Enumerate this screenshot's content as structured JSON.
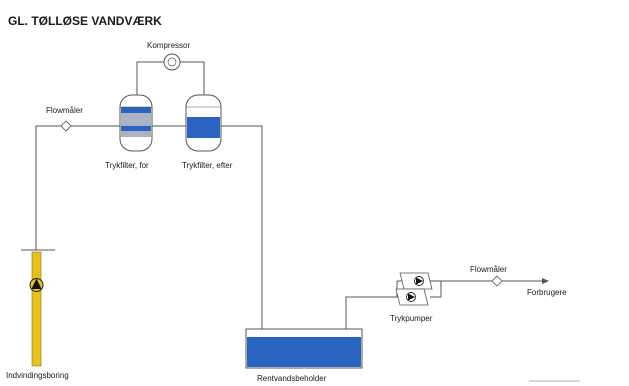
{
  "title": "GL. TØLLØSE VANDVÆRK",
  "labels": {
    "compressor": "Kompressor",
    "flowmeter_in": "Flowmåler",
    "pressure_filter_pre": "Trykfilter, for",
    "pressure_filter_post": "Trykfilter, efter",
    "well": "Indvindingsboring",
    "clean_water_tank": "Rentvandsbeholder",
    "pressure_pumps": "Trykpumper",
    "flowmeter_out": "Flowmåler",
    "consumers": "Forbrugere"
  },
  "colors": {
    "well_yellow": "#e6c21d",
    "water_blue": "#2d63c0",
    "filter_grey": "#a9b3c3",
    "pipe": "#555555"
  }
}
